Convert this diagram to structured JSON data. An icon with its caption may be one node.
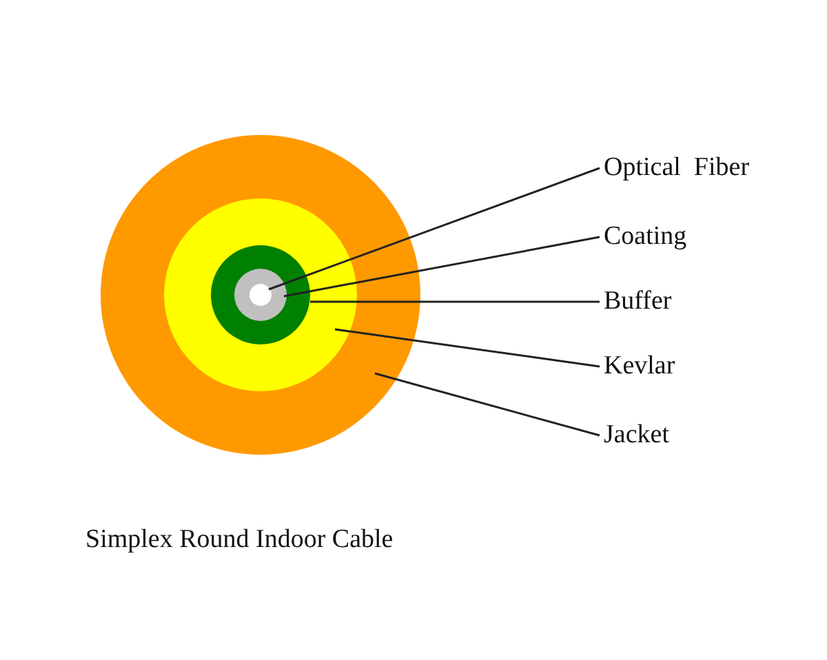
{
  "diagram": {
    "caption": "Simplex Round Indoor Cable",
    "nodes": [
      {
        "text": [
          "Optical  Fiber"
        ]
      },
      {
        "text": [
          "Coating"
        ]
      },
      {
        "text": [
          "Buffer"
        ]
      },
      {
        "text": [
          "Kevlar"
        ]
      },
      {
        "text": [
          "Jacket"
        ]
      },
      {
        "text": [],
        "shape": "circle"
      },
      {
        "text": [],
        "shape": "circle",
        "in": 5
      },
      {
        "text": [],
        "shape": "circle",
        "in": 6
      },
      {
        "text": [],
        "shape": "circle",
        "in": 7
      },
      {
        "text": [],
        "shape": "circle",
        "in": 8
      }
    ],
    "edges": [
      {
        "from": 0,
        "to": 9,
        "arrow": "none"
      },
      {
        "from": 1,
        "to": 8,
        "arrow": "none"
      },
      {
        "from": 2,
        "to": 7,
        "arrow": "none"
      },
      {
        "from": 3,
        "to": 6,
        "arrow": "none"
      },
      {
        "from": 4,
        "to": 5,
        "arrow": "none"
      }
    ]
  }
}
